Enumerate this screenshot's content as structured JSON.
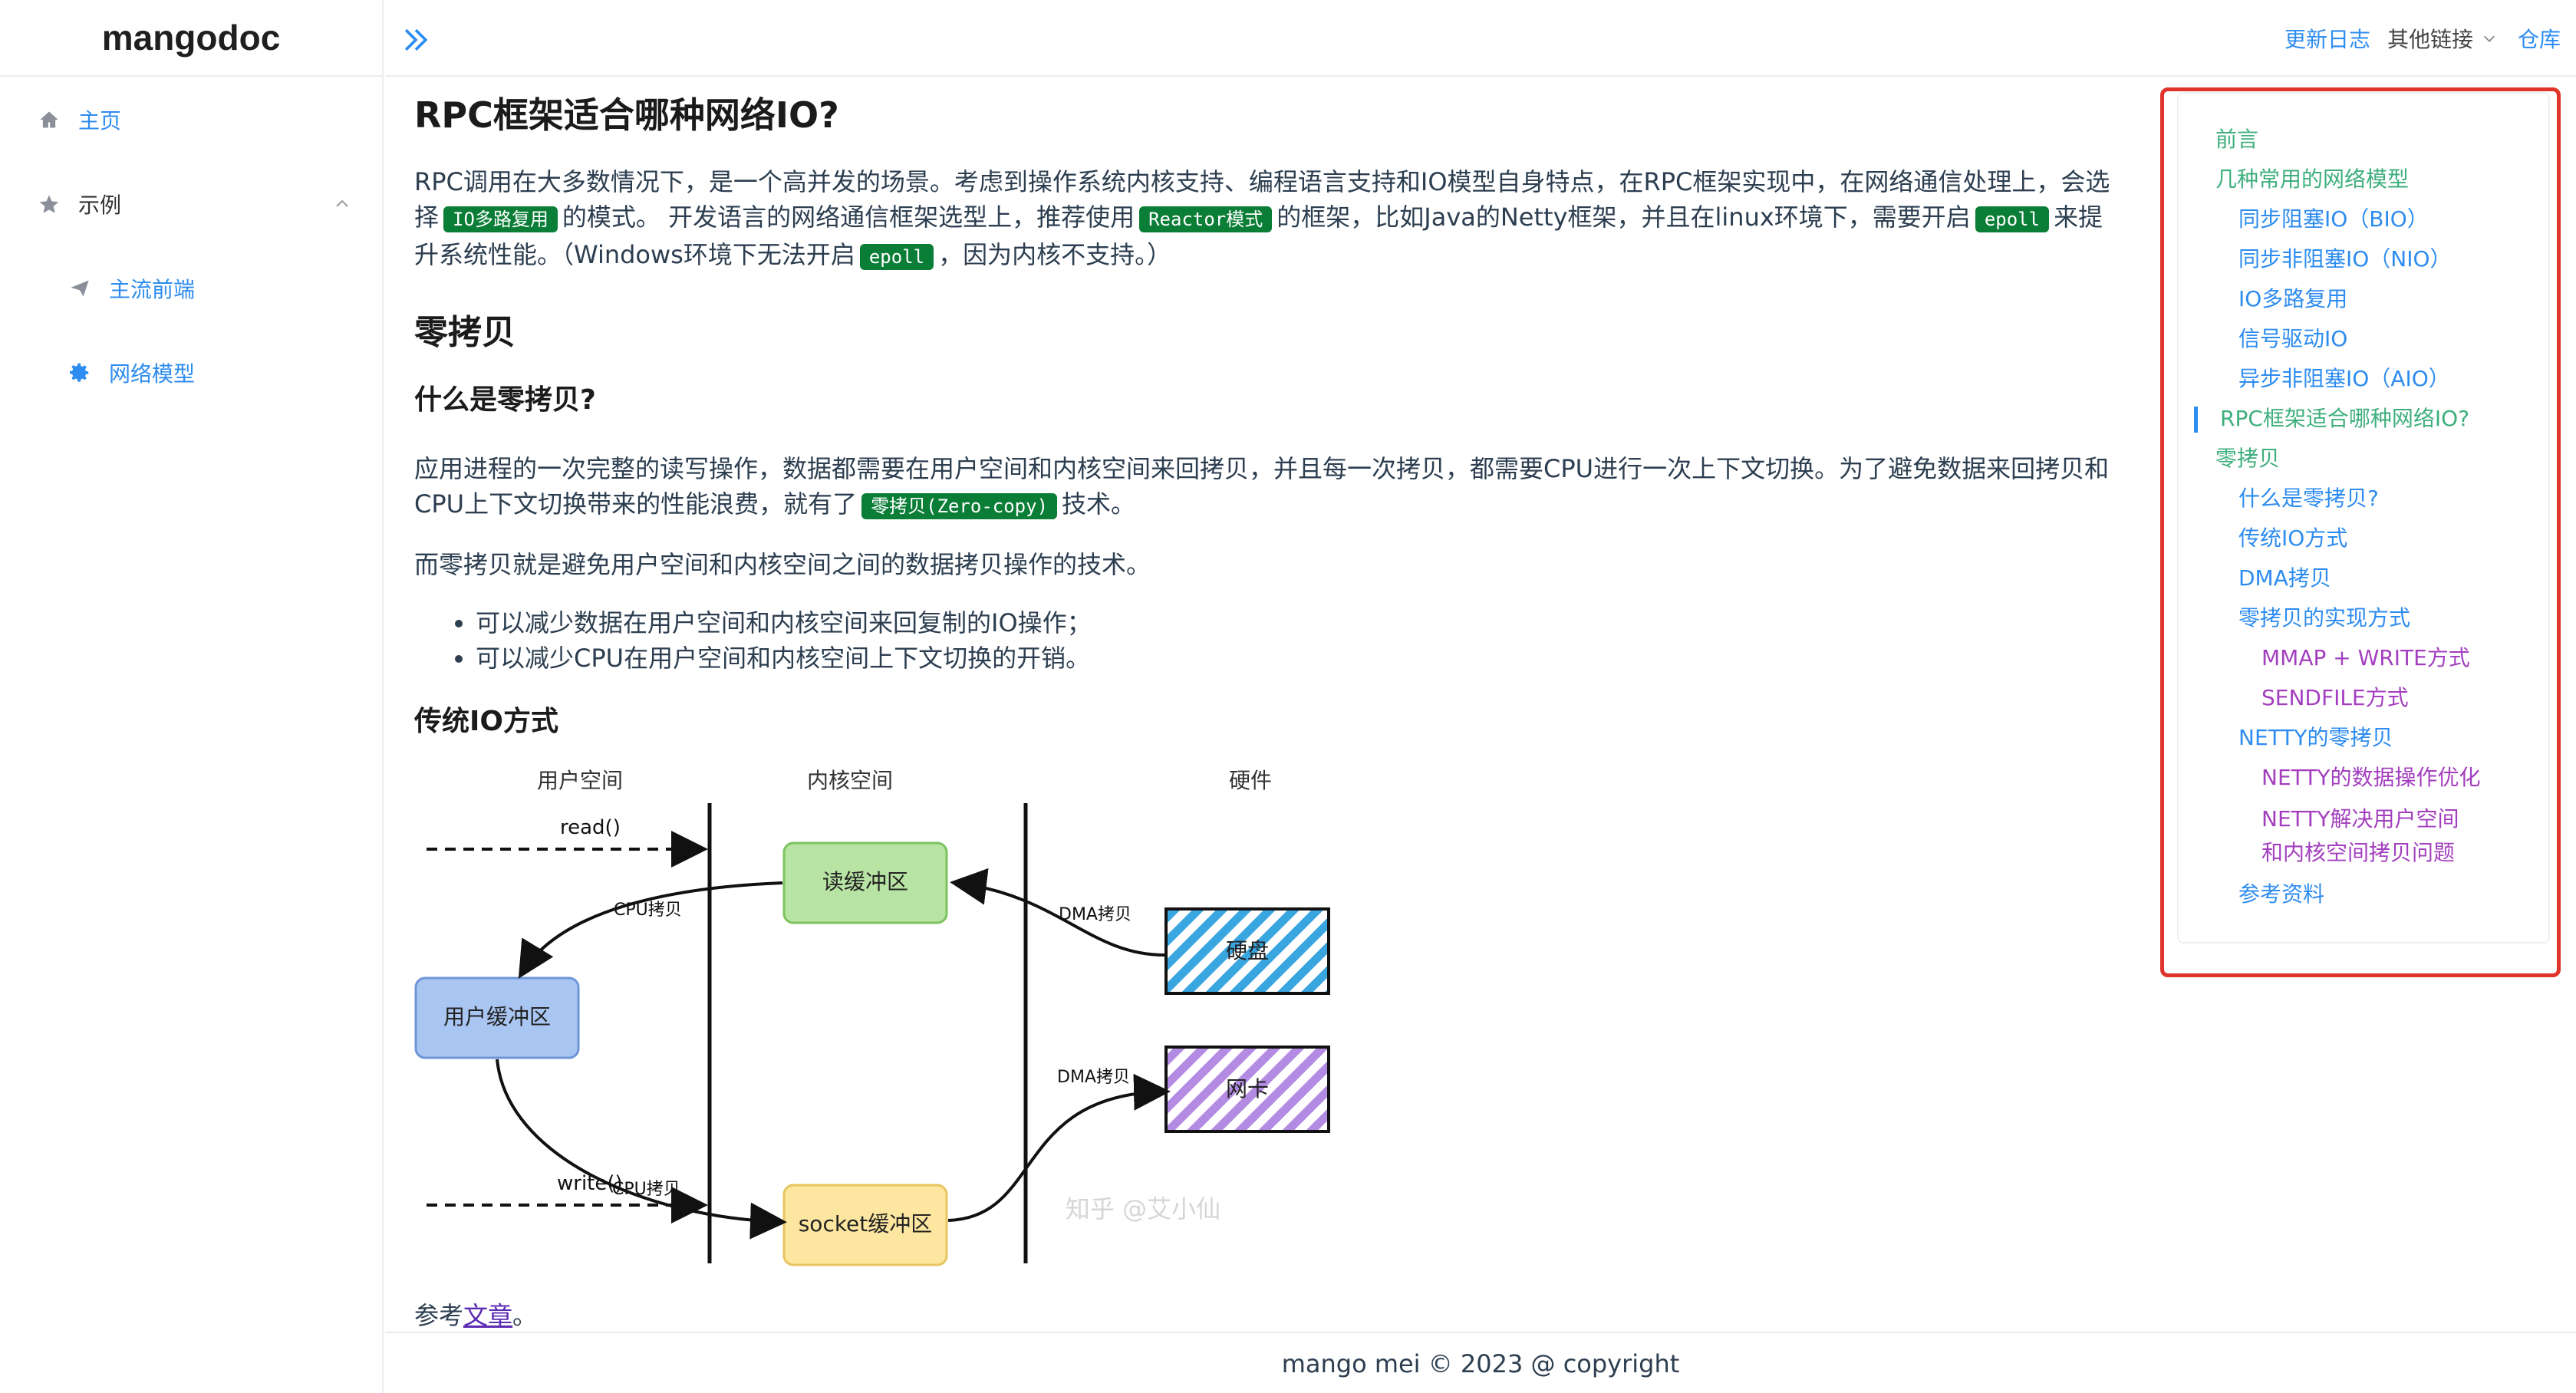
{
  "sidebar": {
    "logo": "mangodoc",
    "items": [
      {
        "label": "主页",
        "icon": "home-icon"
      },
      {
        "label": "示例",
        "icon": "star-icon"
      },
      {
        "label": "主流前端",
        "icon": "paper-plane-icon"
      },
      {
        "label": "网络模型",
        "icon": "gear-icon"
      }
    ]
  },
  "header": {
    "changelog": "更新日志",
    "other_links": "其他链接",
    "repo": "仓库"
  },
  "content": {
    "title": "RPC框架适合哪种网络IO?",
    "para1": {
      "t1": "RPC调用在大多数情况下，是一个高并发的场景。考虑到操作系统内核支持、编程语言支持和IO模型自身特点，在RPC框架实现中，在网络通信处理上，会选择",
      "c1": "IO多路复用",
      "t2": "的模式。 开发语言的网络通信框架选型上，推荐使用",
      "c2": "Reactor模式",
      "t3": "的框架，比如Java的Netty框架，并且在linux环境下，需要开启",
      "c3": "epoll",
      "t4": "来提升系统性能。（Windows环境下无法开启",
      "c4": "epoll",
      "t5": "，因为内核不支持。）"
    },
    "h_zero": "零拷贝",
    "h_what": "什么是零拷贝?",
    "para2": {
      "t1": "应用进程的一次完整的读写操作，数据都需要在用户空间和内核空间来回拷贝，并且每一次拷贝，都需要CPU进行一次上下文切换。为了避免数据来回拷贝和CPU上下文切换带来的性能浪费，就有了",
      "c1": "零拷贝(Zero-copy)",
      "t2": "技术。"
    },
    "para3": "而零拷贝就是避免用户空间和内核空间之间的数据拷贝操作的技术。",
    "bullets": [
      "可以减少数据在用户空间和内核空间来回复制的IO操作；",
      "可以减少CPU在用户空间和内核空间上下文切换的开销。"
    ],
    "h_trad": "传统IO方式",
    "diagram": {
      "col_user": "用户空间",
      "col_kernel": "内核空间",
      "col_hw": "硬件",
      "read": "read()",
      "write": "write()",
      "cpu_copy": "CPU拷贝",
      "dma_copy": "DMA拷贝",
      "read_buf": "读缓冲区",
      "user_buf": "用户缓冲区",
      "socket_buf": "socket缓冲区",
      "disk": "硬盘",
      "nic": "网卡",
      "watermark": "知乎 @艾小仙"
    },
    "ref_prefix": "参考",
    "ref_link": "文章",
    "ref_suffix": "。"
  },
  "footer": "mango mei © 2023 @ copyright",
  "toc": [
    {
      "label": "前言",
      "level": 1
    },
    {
      "label": "几种常用的网络模型",
      "level": 1
    },
    {
      "label": "同步阻塞IO（BIO）",
      "level": 2
    },
    {
      "label": "同步非阻塞IO（NIO）",
      "level": 2
    },
    {
      "label": "IO多路复用",
      "level": 2
    },
    {
      "label": "信号驱动IO",
      "level": 2
    },
    {
      "label": "异步非阻塞IO（AIO）",
      "level": 2
    },
    {
      "label": "RPC框架适合哪种网络IO?",
      "level": 1,
      "active": true
    },
    {
      "label": "零拷贝",
      "level": 1
    },
    {
      "label": "什么是零拷贝?",
      "level": 2
    },
    {
      "label": "传统IO方式",
      "level": 2
    },
    {
      "label": "DMA拷贝",
      "level": 2
    },
    {
      "label": "零拷贝的实现方式",
      "level": 2
    },
    {
      "label": "MMAP + WRITE方式",
      "level": 3
    },
    {
      "label": "SENDFILE方式",
      "level": 3
    },
    {
      "label": "NETTY的零拷贝",
      "level": 2
    },
    {
      "label": "NETTY的数据操作优化",
      "level": 3
    },
    {
      "label": "NETTY解决用户空间和内核空间拷贝问题",
      "level": 3
    },
    {
      "label": "参考资料",
      "level": 2
    }
  ]
}
